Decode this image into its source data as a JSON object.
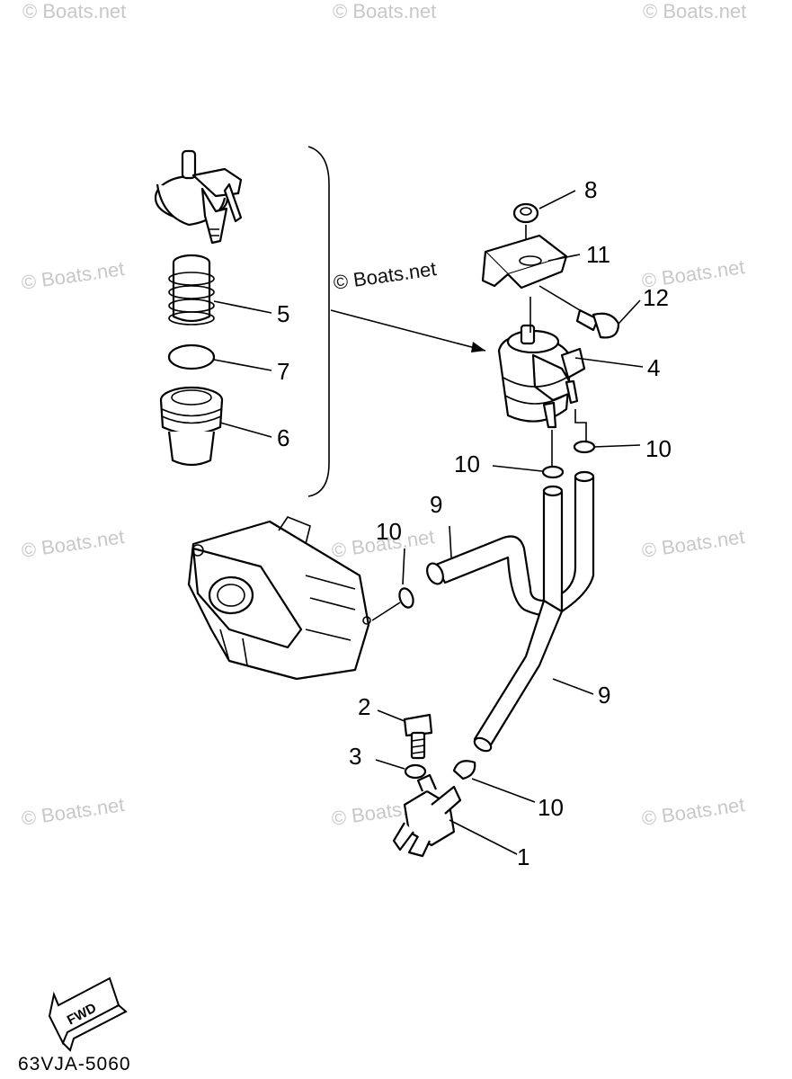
{
  "watermarks": {
    "text": "© Boats.net",
    "center_label": "© Boats.net"
  },
  "callouts": {
    "c1": "1",
    "c2": "2",
    "c3": "3",
    "c4": "4",
    "c5": "5",
    "c6": "6",
    "c7": "7",
    "c8": "8",
    "c9_upper": "9",
    "c9_lower": "9",
    "c10_left": "10",
    "c10_right": "10",
    "c10_hose": "10",
    "c10_bottom": "10",
    "c11": "11",
    "c12": "12"
  },
  "fwd_label": "FWD",
  "diagram_code": "63VJA-5060"
}
